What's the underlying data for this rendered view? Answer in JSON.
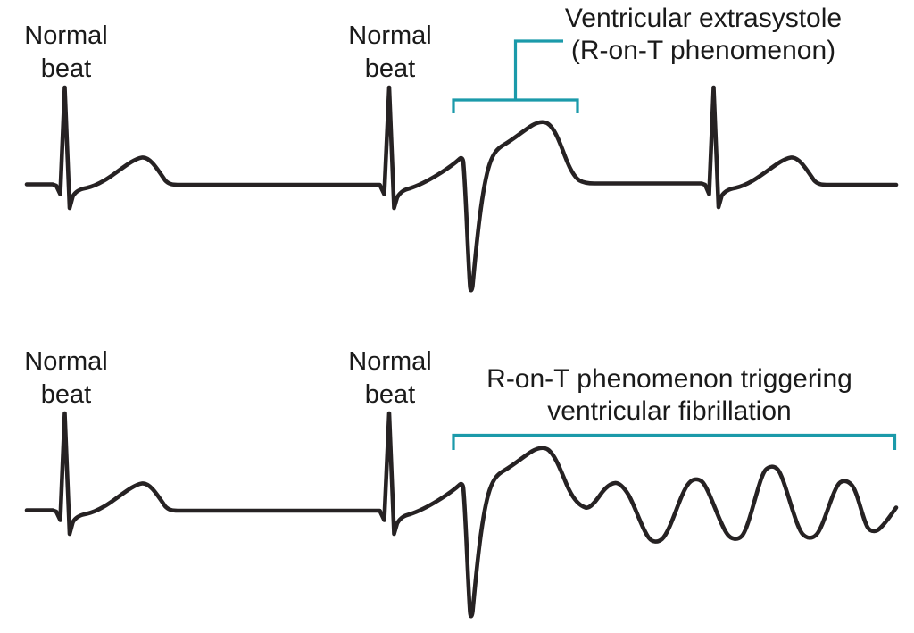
{
  "colors": {
    "background": "#ffffff",
    "trace": "#262223",
    "accent": "#1b9aaa",
    "text": "#1a1a1a"
  },
  "top_panel": {
    "beat_labels": [
      {
        "line1": "Normal",
        "line2": "beat"
      },
      {
        "line1": "Normal",
        "line2": "beat"
      }
    ],
    "annotation": {
      "line1": "Ventricular extrasystole",
      "line2": "(R-on-T phenomenon)"
    }
  },
  "bottom_panel": {
    "beat_labels": [
      {
        "line1": "Normal",
        "line2": "beat"
      },
      {
        "line1": "Normal",
        "line2": "beat"
      }
    ],
    "annotation": {
      "line1": "R-on-T phenomenon triggering",
      "line2": "ventricular fibrillation"
    }
  }
}
